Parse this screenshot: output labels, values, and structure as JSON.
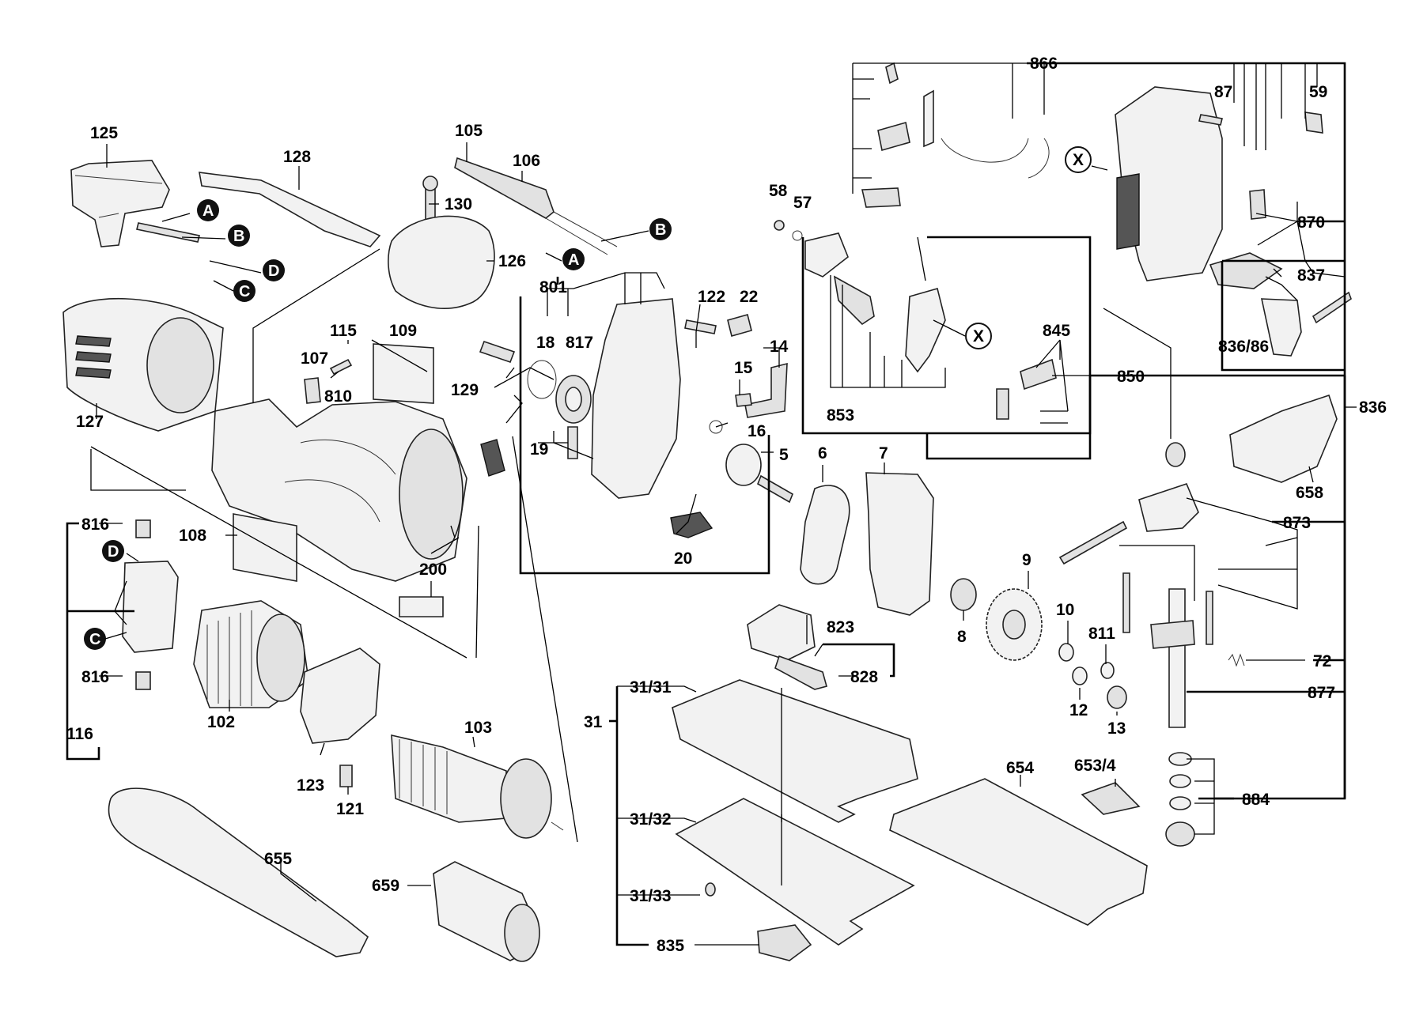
{
  "callouts": {
    "p125": "125",
    "p128": "128",
    "p105": "105",
    "p106": "106",
    "p130": "130",
    "p126": "126",
    "p801": "801",
    "p817": "817",
    "p18": "18",
    "p19": "19",
    "p20": "20",
    "p122": "122",
    "p22": "22",
    "p14": "14",
    "p15": "15",
    "p16": "16",
    "p5": "5",
    "p6": "6",
    "p7": "7",
    "p8": "8",
    "p9": "9",
    "p10": "10",
    "p811": "811",
    "p12": "12",
    "p13": "13",
    "p127": "127",
    "p115": "115",
    "p107": "107",
    "p109": "109",
    "p810": "810",
    "p129": "129",
    "p108": "108",
    "p200": "200",
    "p816a": "816",
    "p816b": "816",
    "p116": "116",
    "p102": "102",
    "p123": "123",
    "p121": "121",
    "p103": "103",
    "p655": "655",
    "p659": "659",
    "p58": "58",
    "p57": "57",
    "p866": "866",
    "p87": "87",
    "p59": "59",
    "p870": "870",
    "p837": "837",
    "p836_86": "836/86",
    "p845": "845",
    "p853": "853",
    "p850": "850",
    "p836": "836",
    "p658": "658",
    "p873": "873",
    "p823": "823",
    "p828": "828",
    "p31": "31",
    "p31_31": "31/31",
    "p31_32": "31/32",
    "p31_33": "31/33",
    "p835": "835",
    "p654": "654",
    "p653_4": "653/4",
    "p72": "72",
    "p877": "877",
    "p884": "884"
  },
  "markers": {
    "a1": "A",
    "b1": "B",
    "c1": "C",
    "d1": "D",
    "a2": "A",
    "b2": "B",
    "c2": "C",
    "d2": "D",
    "x1": "X",
    "x2": "X"
  }
}
